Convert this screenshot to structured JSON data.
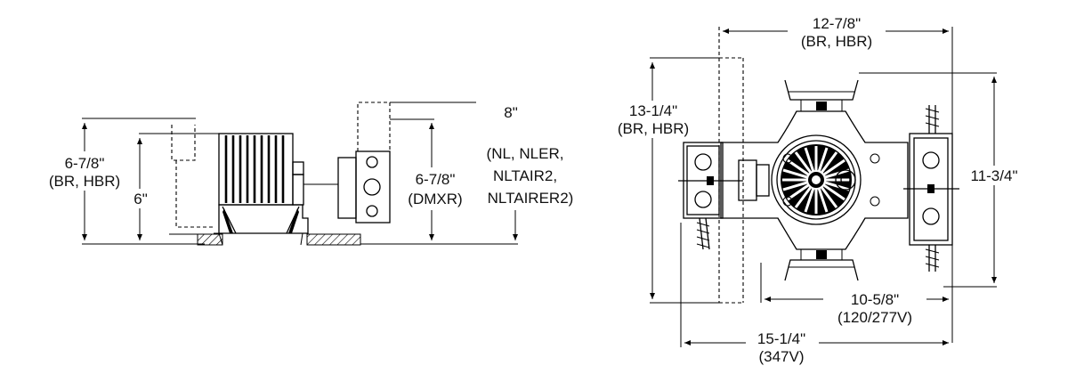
{
  "side_view": {
    "overall_height_main": "6-7/8\"",
    "overall_height_sub": "(BR, HBR)",
    "height_inner": "6\"",
    "dmxr_height_main": "6-7/8\"",
    "dmxr_height_sub": "(DMXR)",
    "nl_height_main": "8\"",
    "nl_height_line2": "(NL, NLER,",
    "nl_height_line3": "NLTAIR2,",
    "nl_height_line4": "NLTAIRER2)"
  },
  "top_view": {
    "top_width_main": "12-7/8\"",
    "top_width_sub": "(BR, HBR)",
    "left_height_main": "13-1/4\"",
    "left_height_sub": "(BR, HBR)",
    "right_height": "11-3/4\"",
    "inner_width_main": "10-5/8\"",
    "inner_width_sub": "(120/277V)",
    "bottom_width_main": "15-1/4\"",
    "bottom_width_sub": "(347V)"
  }
}
